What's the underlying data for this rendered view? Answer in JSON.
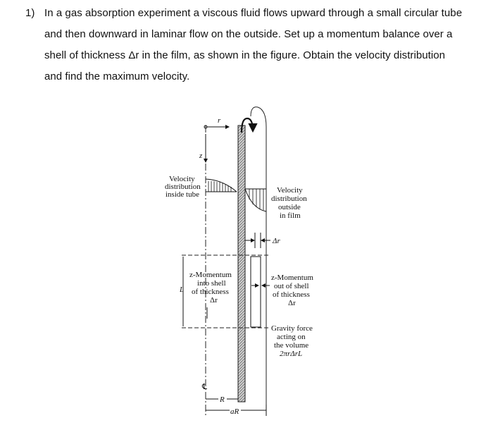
{
  "problem": {
    "number": "1)",
    "lines": [
      "In a gas absorption experiment a viscous fluid flows upward through a small circular tube",
      "and then downward in laminar flow on the outside. Set up a momentum balance over a",
      "shell of thickness Δr in the film, as shown in the figure. Obtain the velocity distribution",
      "and find the maximum velocity."
    ]
  },
  "figure": {
    "labels": {
      "r_axis": "r",
      "z_axis": "z",
      "velocity_inside": [
        "Velocity",
        "distribution",
        "inside tube"
      ],
      "velocity_outside": [
        "Velocity",
        "distribution",
        "outside",
        "in film"
      ],
      "delta_r": "Δr",
      "momentum_in": [
        "z-Momentum",
        "into shell",
        "of thickness",
        "Δr"
      ],
      "momentum_out": [
        "z-Momentum",
        "out of shell",
        "of thickness",
        "Δr"
      ],
      "length": "L",
      "gravity": [
        "Gravity force",
        "acting on",
        "the volume",
        "2πrΔrL"
      ],
      "centerline": "℄",
      "radius_R": "R",
      "radius_aR": "aR"
    }
  }
}
